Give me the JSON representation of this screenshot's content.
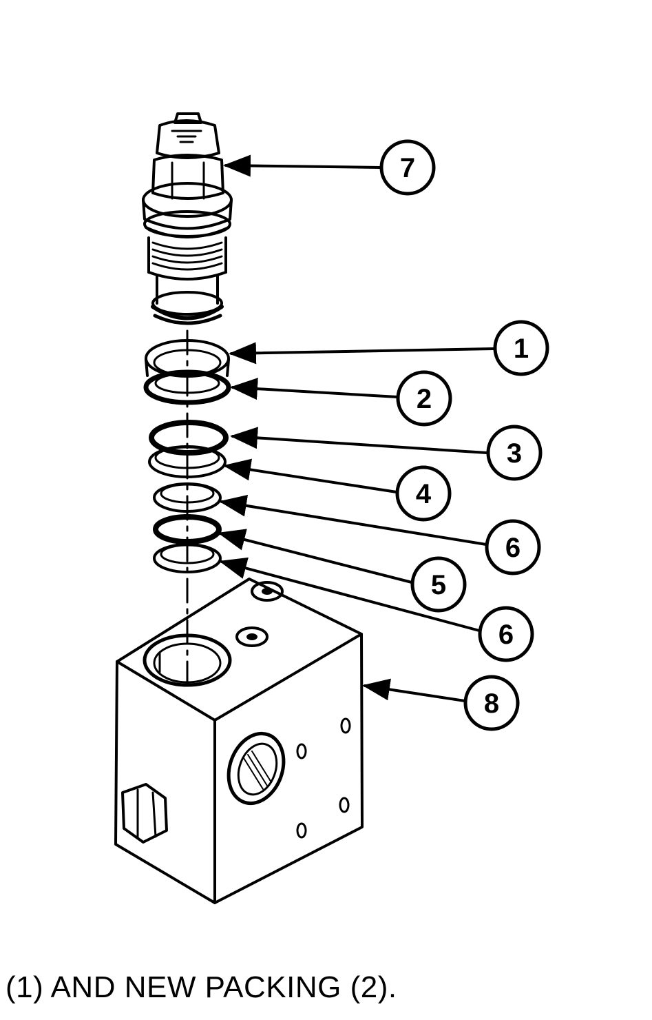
{
  "callouts": [
    {
      "id": "7",
      "label": "7"
    },
    {
      "id": "1",
      "label": "1"
    },
    {
      "id": "2",
      "label": "2"
    },
    {
      "id": "3",
      "label": "3"
    },
    {
      "id": "4",
      "label": "4"
    },
    {
      "id": "6a",
      "label": "6"
    },
    {
      "id": "5",
      "label": "5"
    },
    {
      "id": "6b",
      "label": "6"
    },
    {
      "id": "8",
      "label": "8"
    }
  ],
  "caption": "(1) AND NEW PACKING (2)."
}
